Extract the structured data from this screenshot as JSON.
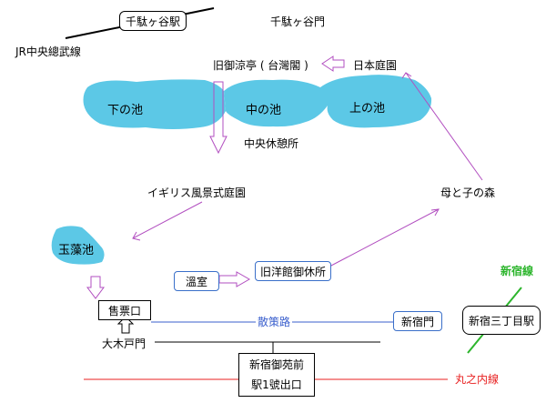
{
  "stations": {
    "sendagaya_station": "千駄ヶ谷駅",
    "sendagaya_gate": "千駄ヶ谷門",
    "jr_line": "JR中央總武線",
    "shinjuku_gyoenmae": [
      "新宿御苑前",
      "駅1號出口"
    ],
    "shinjuku_3chome": "新宿三丁目駅"
  },
  "lines": {
    "shinjuku_line": "新宿線",
    "marunouchi_line": "丸之内線"
  },
  "ponds": {
    "lower": "下の池",
    "middle": "中の池",
    "upper": "上の池",
    "gyokuso": "玉藻池"
  },
  "places": {
    "kyugoryotei": "旧御涼亭 ( 台灣閣 )",
    "japanese_garden": "日本庭園",
    "central_rest": "中央休憩所",
    "english_garden": "イギリス風景式庭園",
    "mother_child_forest": "母と子の森",
    "greenhouse": "溫室",
    "old_western_rest": "旧洋館御休所",
    "ticket_office": "售票口",
    "okido_gate": "大木戸門",
    "promenade": "散策路",
    "shinjuku_gate": "新宿門"
  },
  "colors": {
    "pond": "#5cc8e6",
    "arrow": "#b24fc0",
    "promenade": "#3a5fcd",
    "shinjuku_line": "#2cb52c",
    "marunouchi_line": "#e82020"
  }
}
